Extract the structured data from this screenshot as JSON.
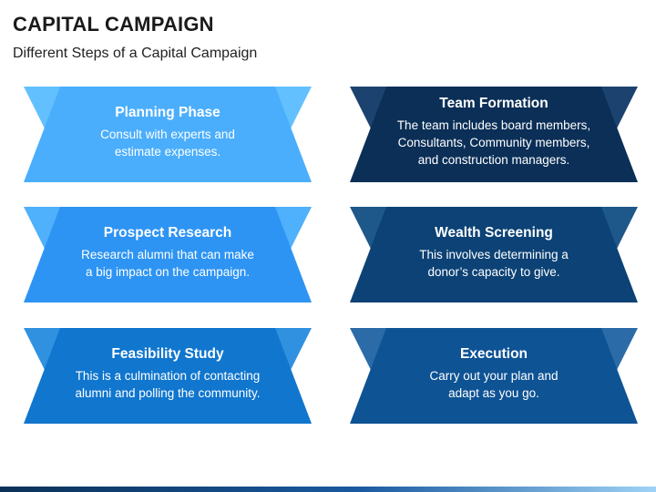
{
  "header": {
    "title": "CAPITAL CAMPAIGN",
    "subtitle": "Different Steps of a Capital Campaign"
  },
  "steps": [
    {
      "title": "Planning Phase",
      "description": "Consult with experts and\nestimate expenses.",
      "color": "#4aaefc",
      "tab_color": "#62c0ff"
    },
    {
      "title": "Team Formation",
      "description": "The team includes board members,\nConsultants, Community members,\nand construction managers.",
      "color": "#0b2f57",
      "tab_color": "#1c4370"
    },
    {
      "title": "Prospect Research",
      "description": "Research alumni that can make\na big impact on the campaign.",
      "color": "#2d94f3",
      "tab_color": "#4fb0fb"
    },
    {
      "title": "Wealth Screening",
      "description": "This involves determining a\ndonor’s capacity to give.",
      "color": "#0c4275",
      "tab_color": "#1e5789"
    },
    {
      "title": "Feasibility Study",
      "description": "This is a culmination of contacting\nalumni and polling the community.",
      "color": "#1076ce",
      "tab_color": "#3091e0"
    },
    {
      "title": "Execution",
      "description": "Carry out your plan and\nadapt as you go.",
      "color": "#0e5394",
      "tab_color": "#2a6ba8"
    }
  ]
}
